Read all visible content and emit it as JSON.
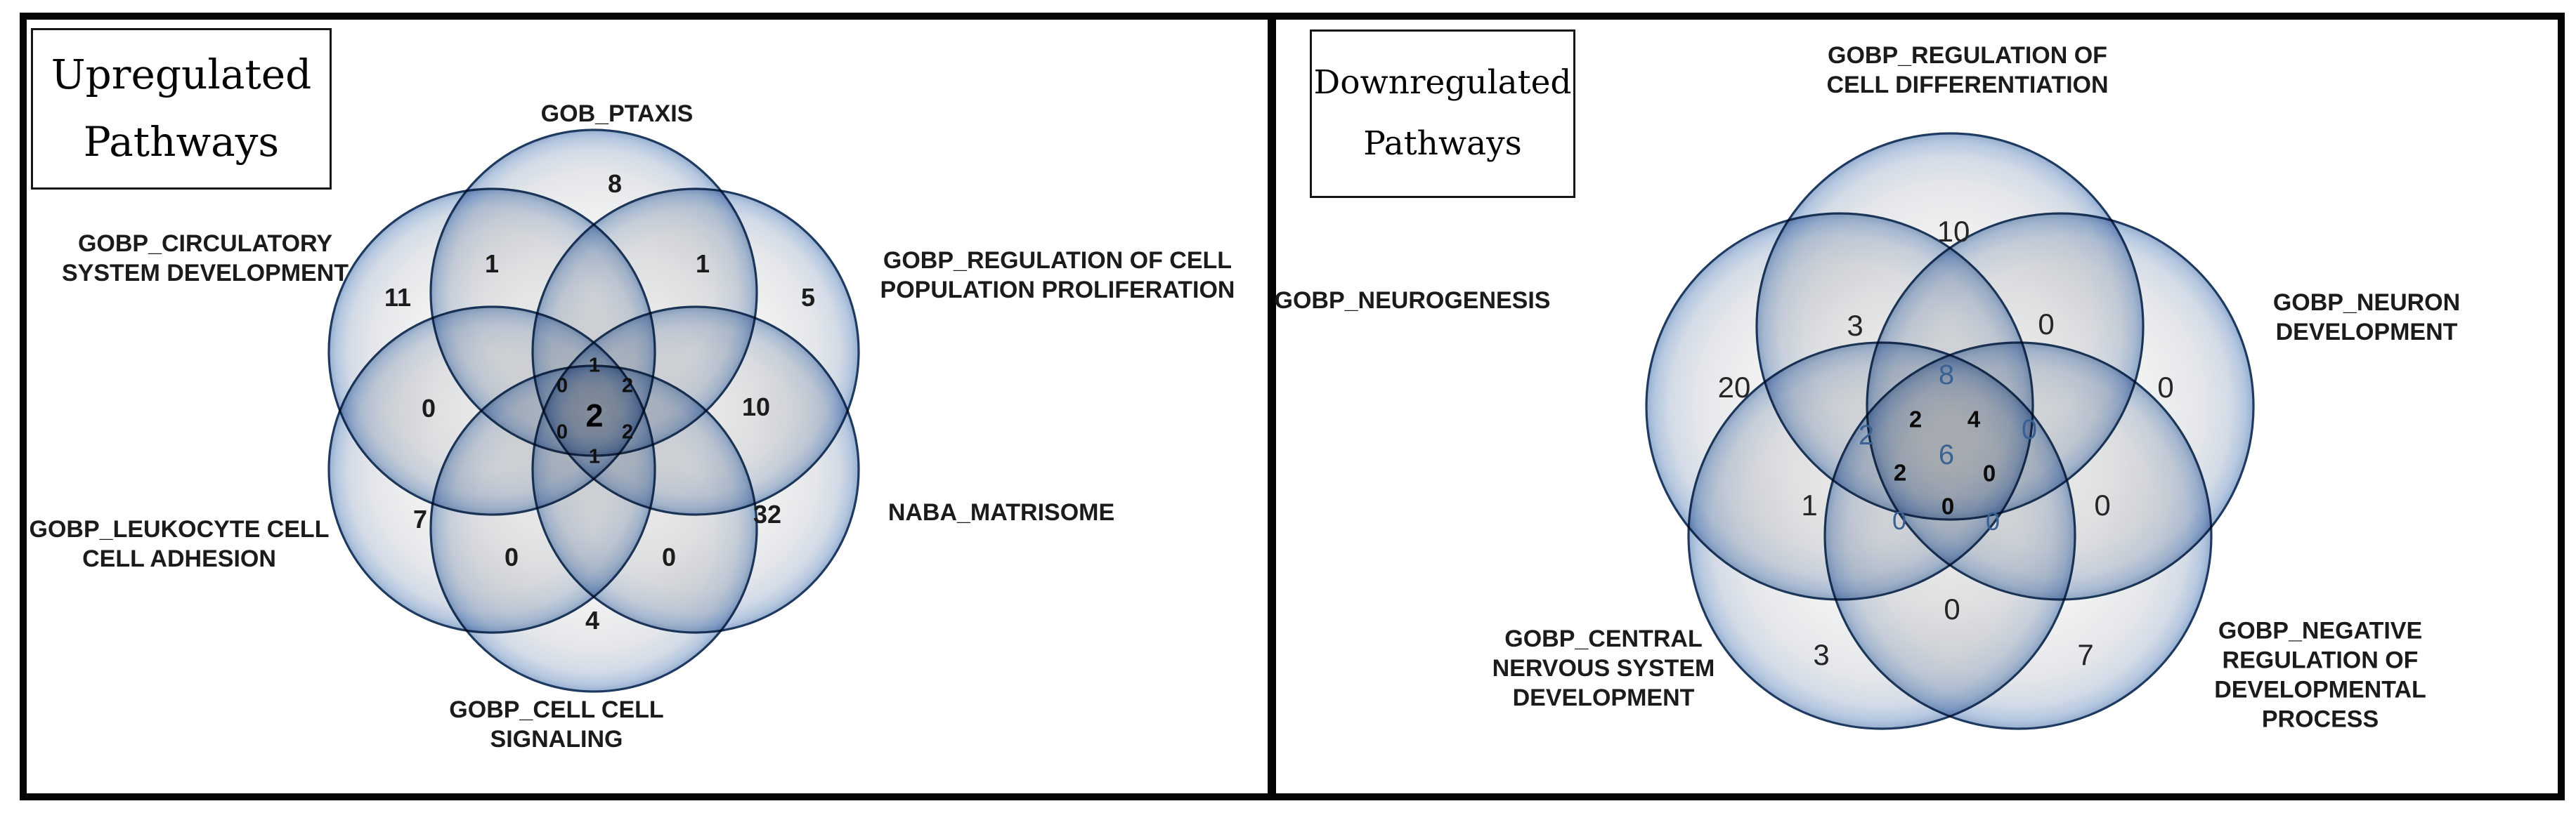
{
  "figure": {
    "panels": [
      {
        "title": "Upregulated\nPathways"
      },
      {
        "title": "Downregulated\nPathways"
      }
    ]
  },
  "chart_data": [
    {
      "type": "venn",
      "title": "Upregulated Pathways",
      "n_sets": 6,
      "layout": "six-circle flower",
      "sets": [
        {
          "label": "GOB_PTAXIS",
          "position": "top"
        },
        {
          "label": "GOBP_REGULATION OF CELL\nPOPULATION PROLIFERATION",
          "position": "upper-right"
        },
        {
          "label": "NABA_MATRISOME",
          "position": "lower-right"
        },
        {
          "label": "GOBP_CELL CELL\nSIGNALING",
          "position": "bottom"
        },
        {
          "label": "GOBP_LEUKOCYTE CELL\nCELL ADHESION",
          "position": "lower-left"
        },
        {
          "label": "GOBP_CIRCULATORY\nSYSTEM DEVELOPMENT",
          "position": "upper-left"
        }
      ],
      "regions": [
        {
          "region": "GOB_PTAXIS only",
          "value": 8
        },
        {
          "region": "GOB_PTAXIS ∩ GOBP_CIRCULATORY SYSTEM DEVELOPMENT",
          "value": 1
        },
        {
          "region": "GOB_PTAXIS ∩ GOBP_REGULATION OF CELL POPULATION PROLIFERATION",
          "value": 1
        },
        {
          "region": "GOBP_CIRCULATORY SYSTEM DEVELOPMENT only",
          "value": 11
        },
        {
          "region": "GOBP_REGULATION OF CELL POPULATION PROLIFERATION only",
          "value": 5
        },
        {
          "region": "GOBP_CIRCULATORY SYSTEM DEVELOPMENT ∩ GOBP_LEUKOCYTE CELL CELL ADHESION",
          "value": 0
        },
        {
          "region": "GOBP_REGULATION OF CELL POPULATION PROLIFERATION ∩ NABA_MATRISOME",
          "value": 10
        },
        {
          "region": "center cluster top",
          "value": 1
        },
        {
          "region": "center cluster upper-left",
          "value": 0
        },
        {
          "region": "center cluster upper-right",
          "value": 2
        },
        {
          "region": "center, all sets",
          "value": 2
        },
        {
          "region": "center cluster lower-left",
          "value": 0
        },
        {
          "region": "center cluster lower-right",
          "value": 2
        },
        {
          "region": "center cluster bottom",
          "value": 1
        },
        {
          "region": "GOBP_LEUKOCYTE CELL CELL ADHESION only",
          "value": 7
        },
        {
          "region": "NABA_MATRISOME only",
          "value": 32
        },
        {
          "region": "GOBP_LEUKOCYTE CELL CELL ADHESION ∩ GOBP_CELL CELL SIGNALING",
          "value": 0
        },
        {
          "region": "NABA_MATRISOME ∩ GOBP_CELL CELL SIGNALING",
          "value": 0
        },
        {
          "region": "GOBP_CELL CELL SIGNALING only",
          "value": 4
        }
      ]
    },
    {
      "type": "venn",
      "title": "Downregulated Pathways",
      "n_sets": 5,
      "layout": "five-circle flower",
      "sets": [
        {
          "label": "GOBP_REGULATION OF\nCELL DIFFERENTIATION",
          "position": "top"
        },
        {
          "label": "GOBP_NEURON\nDEVELOPMENT",
          "position": "upper-right"
        },
        {
          "label": "GOBP_NEGATIVE\nREGULATION OF\nDEVELOPMENTAL PROCESS",
          "position": "lower-right"
        },
        {
          "label": "GOBP_CENTRAL\nNERVOUS SYSTEM\nDEVELOPMENT",
          "position": "lower-left"
        },
        {
          "label": "GOBP_NEUROGENESIS",
          "position": "left"
        }
      ],
      "regions": [
        {
          "region": "GOBP_REGULATION OF CELL DIFFERENTIATION only",
          "value": 10
        },
        {
          "region": "GOBP_REGULATION OF CELL DIFFERENTIATION ∩ GOBP_NEUROGENESIS",
          "value": 3
        },
        {
          "region": "GOBP_REGULATION OF CELL DIFFERENTIATION ∩ GOBP_NEURON DEVELOPMENT",
          "value": 0
        },
        {
          "region": "GOBP_NEUROGENESIS only",
          "value": 20
        },
        {
          "region": "GOBP_NEURON DEVELOPMENT only",
          "value": 0
        },
        {
          "region": "top center petal",
          "value": 8
        },
        {
          "region": "center cluster upper-left",
          "value": 2
        },
        {
          "region": "center cluster upper-right",
          "value": 4
        },
        {
          "region": "left petal",
          "value": 2
        },
        {
          "region": "right petal",
          "value": 0
        },
        {
          "region": "center, all sets",
          "value": 6
        },
        {
          "region": "center cluster lower-left",
          "value": 2
        },
        {
          "region": "center cluster lower-right",
          "value": 0
        },
        {
          "region": "center cluster bottom",
          "value": 0
        },
        {
          "region": "bottom-left inner petal",
          "value": 0
        },
        {
          "region": "bottom-right inner petal",
          "value": 0
        },
        {
          "region": "GOBP_NEUROGENESIS ∩ GOBP_CENTRAL NERVOUS SYSTEM DEVELOPMENT",
          "value": 1
        },
        {
          "region": "GOBP_NEURON DEVELOPMENT ∩ GOBP_NEGATIVE REGULATION OF DEVELOPMENTAL PROCESS",
          "value": 0
        },
        {
          "region": "GOBP_CENTRAL NERVOUS SYSTEM DEVELOPMENT ∩ GOBP_NEGATIVE REGULATION OF DEVELOPMENTAL PROCESS",
          "value": 0
        },
        {
          "region": "GOBP_CENTRAL NERVOUS SYSTEM DEVELOPMENT only",
          "value": 3
        },
        {
          "region": "GOBP_NEGATIVE REGULATION OF DEVELOPMENTAL PROCESS only",
          "value": 7
        }
      ]
    }
  ]
}
